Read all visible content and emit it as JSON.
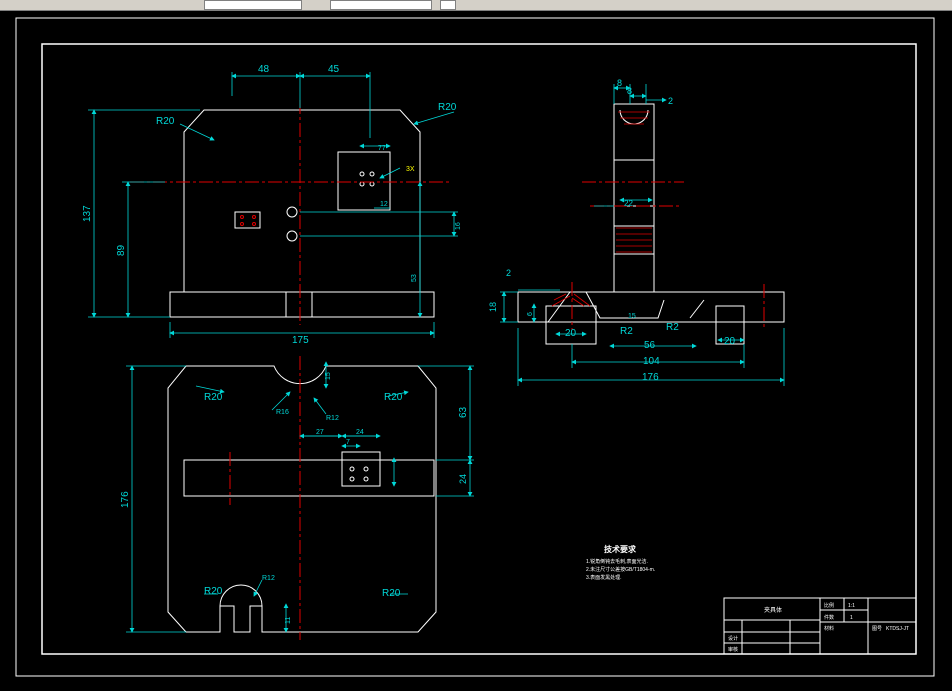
{
  "colors": {
    "background": "#000000",
    "outline": "#ffffff",
    "dimension": "#00d8d8",
    "centerline": "#e00000",
    "hatch": "#e00000",
    "note_text": "#ffffff",
    "toolbar": "#d4d0c8"
  },
  "toolbar": {
    "icons": [
      "draw-icon",
      "undo-icon",
      "redo-icon",
      "erase-icon",
      "pan-icon",
      "layer-icon",
      "properties-icon"
    ]
  },
  "dims_front": {
    "d48": "48",
    "d45": "45",
    "r20_left": "R20",
    "r20_right": "R20",
    "d137": "137",
    "d89": "89",
    "d175": "175",
    "d16": "16",
    "d53": "53",
    "d77": "77",
    "d12": "12",
    "d3x": "3X"
  },
  "dims_top": {
    "d176": "176",
    "d63": "63",
    "d24": "24",
    "d27": "27",
    "d24b": "24",
    "d7": "7",
    "d15": "15",
    "d11": "11",
    "r20_tl": "R20",
    "r20_tr": "R20",
    "r20_bl": "R20",
    "r20_br": "R20",
    "r12_top": "R12",
    "r12_bot": "R12",
    "r16": "R16"
  },
  "dims_side": {
    "d8a": "8",
    "d8b": "8",
    "d2": "2",
    "d18": "18",
    "d2b": "2",
    "d6": "6",
    "d20a": "20",
    "r2a": "R2",
    "r2b": "R2",
    "d15": "15",
    "d56": "56",
    "d104": "104",
    "d176": "176",
    "d20b": "20",
    "d22": "22"
  },
  "notes": {
    "title": "技术要求",
    "line1": "1.锐角倒钝去毛刺,表面光洁.",
    "line2": "2.未注尺寸公差按GB/T1804-m.",
    "line3": "3.表面发黑处理."
  },
  "title_block": {
    "part_name": "夹具体",
    "scale_label": "比例",
    "scale_value": "1:1",
    "qty_label": "件数",
    "qty_value": "1",
    "material_label": "材料",
    "drawing_no_label": "图号",
    "drawing_no": "KTDSJ-JT",
    "designer_label": "设计",
    "checker_label": "审核"
  }
}
